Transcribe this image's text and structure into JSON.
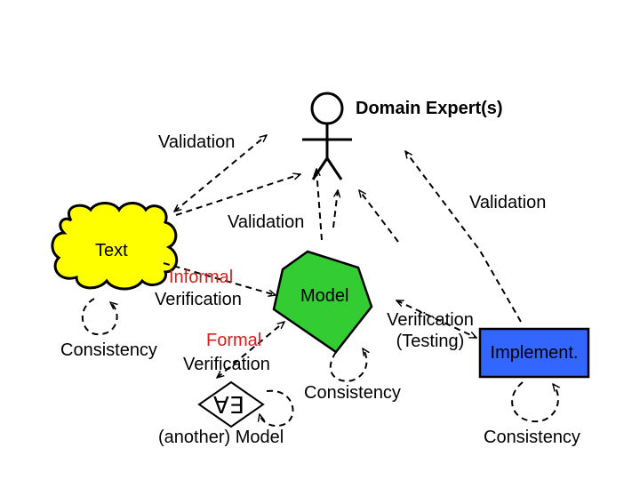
{
  "labels": {
    "domain_expert": "Domain Expert(s)",
    "validation_top": "Validation",
    "validation_right": "Validation",
    "validation_middle": "Validation",
    "text": "Text",
    "informal_line1": "Informal",
    "informal_line2": "Verification",
    "model": "Model",
    "verification_line1": "Verification",
    "verification_line2": "(Testing)",
    "implement": "Implement.",
    "consistency_left": "Consistency",
    "formal_line1": "Formal",
    "formal_line2": "Verification",
    "quantifiers": "∀∃",
    "consistency_middle": "Consistency",
    "another_model": "(another) Model",
    "consistency_right": "Consistency"
  },
  "colors": {
    "cloud": "#ffff00",
    "model_pentagon": "#33cc33",
    "implement_box": "#3366ff",
    "informal_formal_text": "#d42020",
    "stroke": "#000000"
  },
  "icons": {
    "domain_expert": "stick-figure-icon",
    "text": "cloud-icon",
    "model": "pentagon-icon",
    "another_model": "diamond-icon"
  }
}
